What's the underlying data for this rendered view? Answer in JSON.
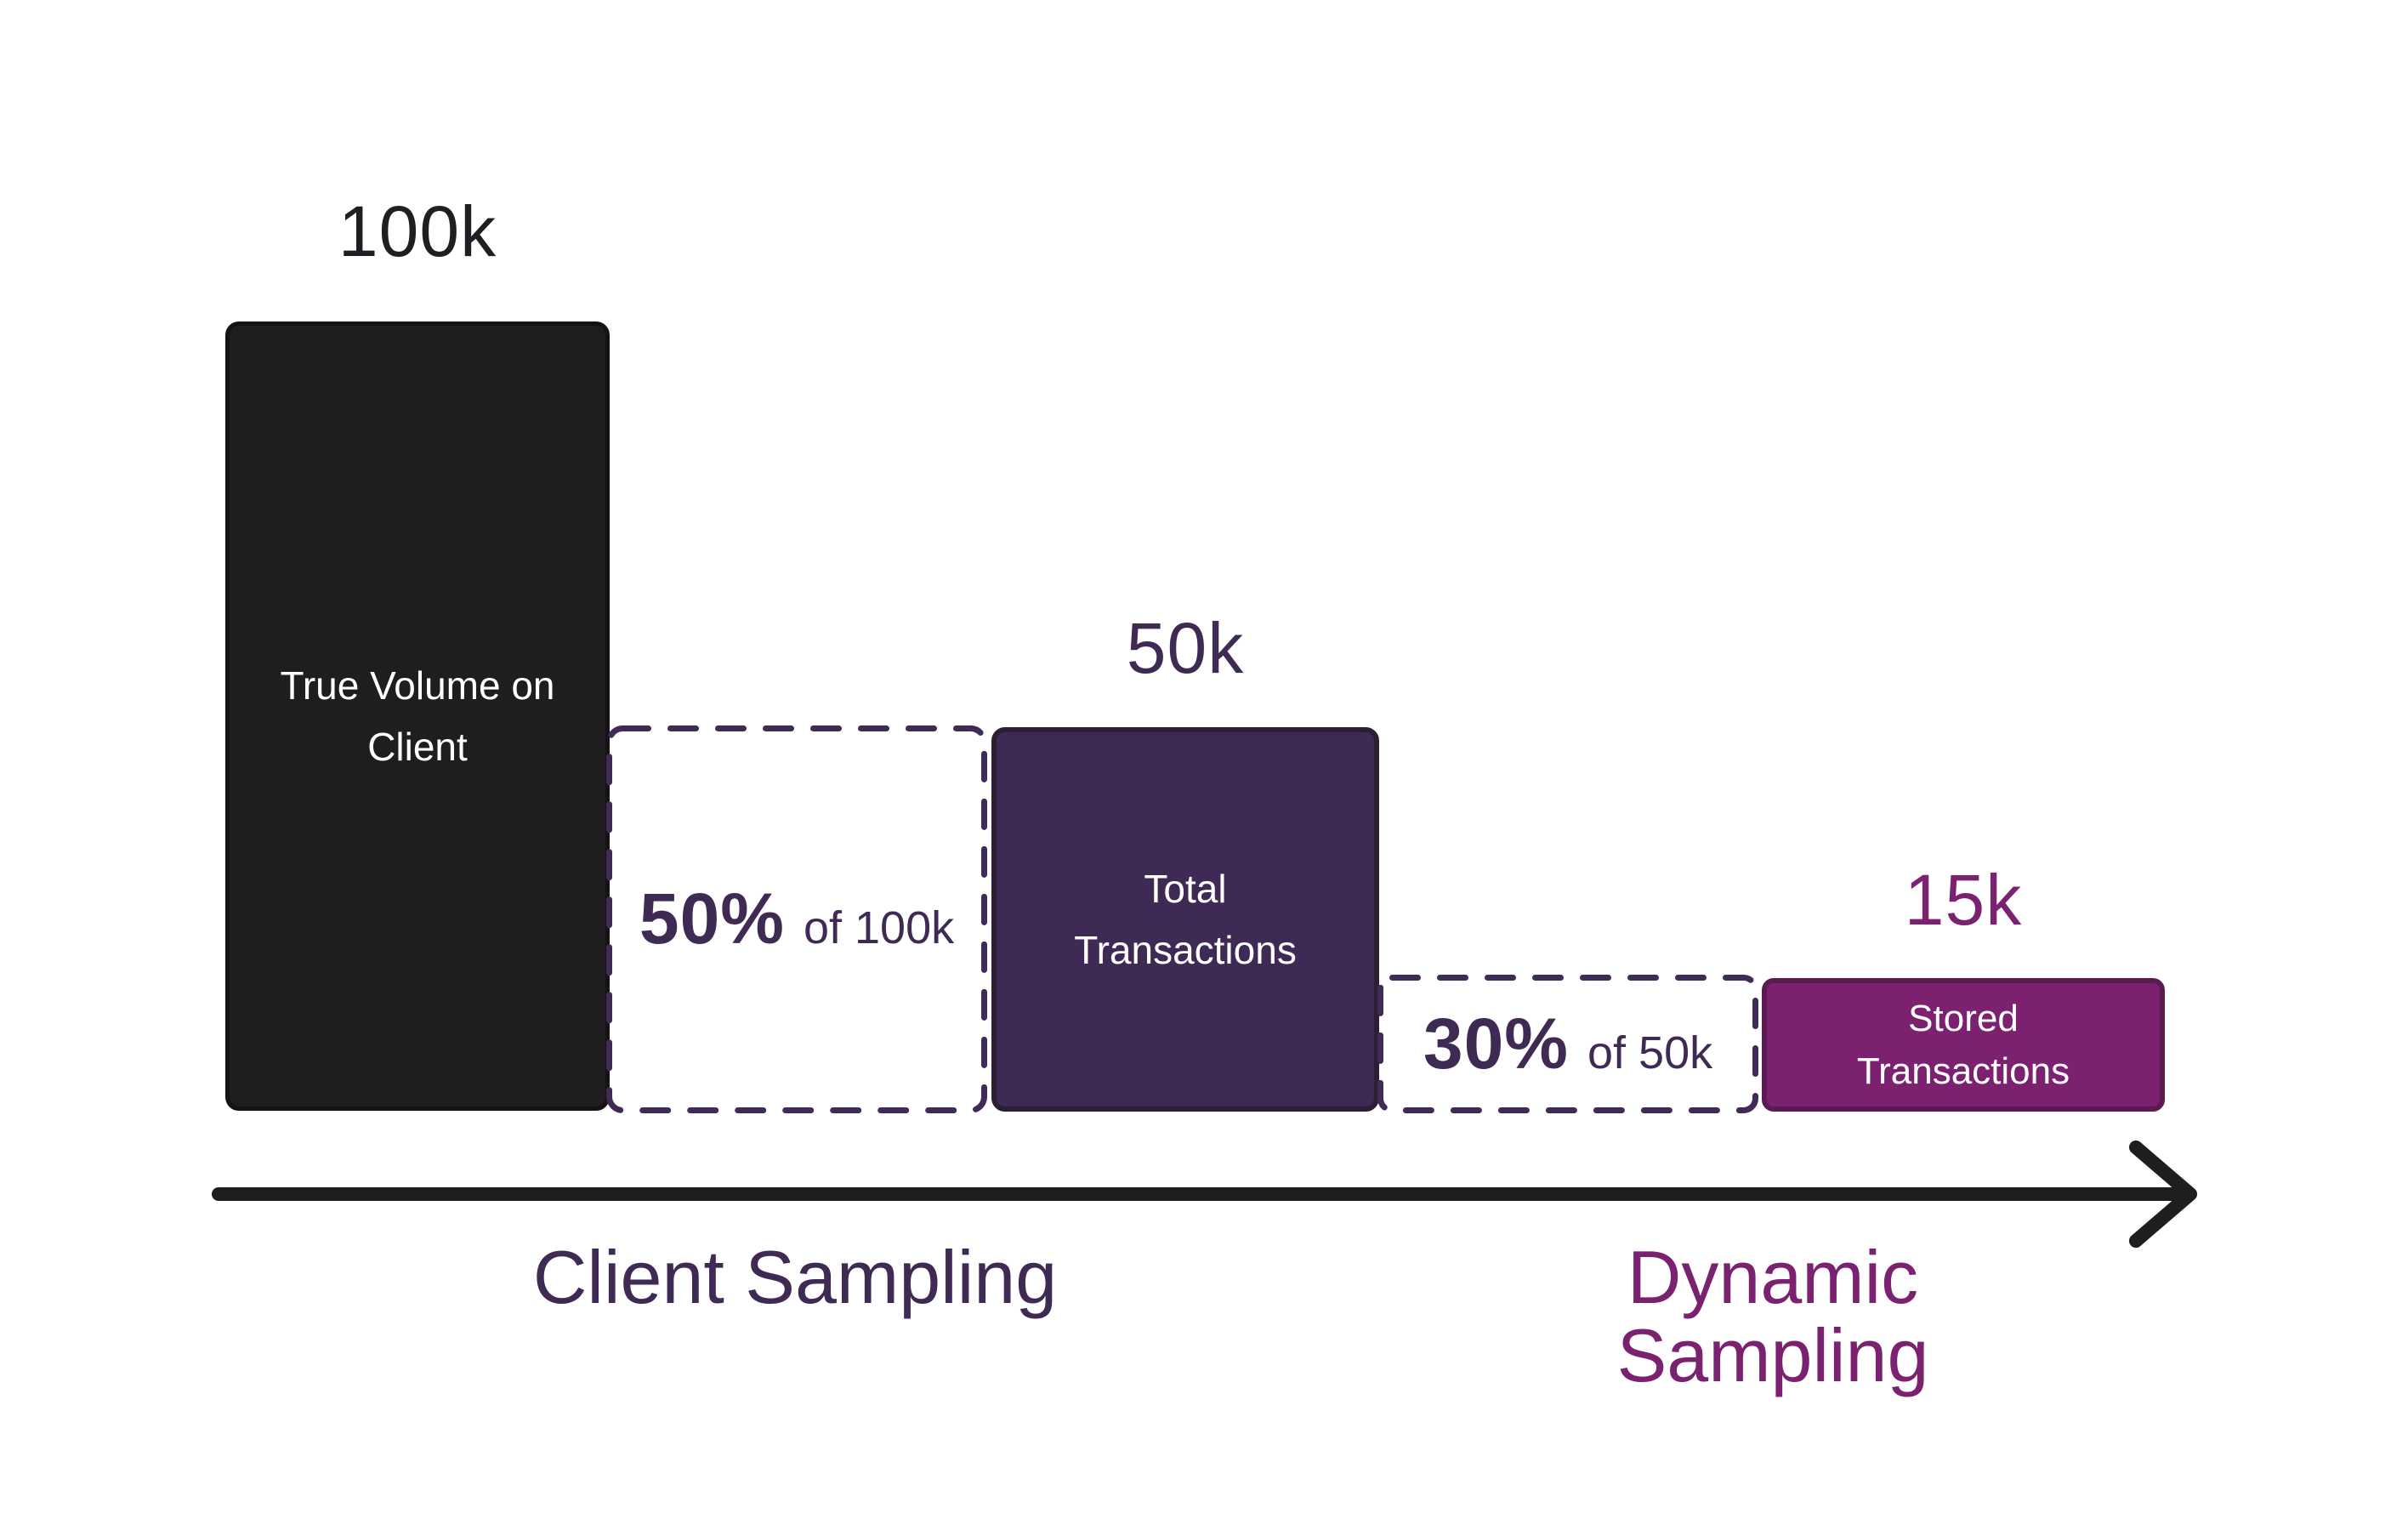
{
  "colors": {
    "bg": "#ffffff",
    "ink": "#201d20",
    "ink-border": "#151214",
    "ink-text": "#211e23",
    "violet": "#3f2a55",
    "violet-border": "#2c1e33",
    "violet-text": "#3e2a53",
    "dash": "#3f2b56",
    "magenta": "#7c2170",
    "magenta-border": "#5c1a52",
    "magenta-text": "#7a2170",
    "bar-label": "#ffffff"
  },
  "diagram": {
    "source_bar": {
      "value_label": "100k",
      "label_lines": [
        "True Volume on",
        "Client"
      ]
    },
    "client_sampling_box": {
      "rate": "50%",
      "of": "of 100k"
    },
    "total_bar": {
      "value_label": "50k",
      "label_lines": [
        "Total",
        "Transactions"
      ]
    },
    "dynamic_sampling_box": {
      "rate": "30%",
      "of": "of 50k"
    },
    "stored_bar": {
      "value_label": "15k",
      "label_lines": [
        "Stored",
        "Transactions"
      ]
    },
    "axis": {
      "left_label": "Client Sampling",
      "right_label": "Dynamic Sampling"
    }
  },
  "chart_data": {
    "type": "funnel",
    "stages": [
      {
        "name": "True Volume on Client",
        "value": 100000,
        "value_label": "100k"
      },
      {
        "name": "Client Sampling",
        "rate_label": "50% of 100k",
        "retained_fraction": 0.5
      },
      {
        "name": "Total Transactions",
        "value": 50000,
        "value_label": "50k"
      },
      {
        "name": "Dynamic Sampling",
        "rate_label": "30% of 50k",
        "retained_fraction": 0.3
      },
      {
        "name": "Stored Transactions",
        "value": 15000,
        "value_label": "15k"
      }
    ],
    "flow_axis_labels": [
      "Client Sampling",
      "Dynamic Sampling"
    ],
    "legend": "none",
    "grid": false
  }
}
